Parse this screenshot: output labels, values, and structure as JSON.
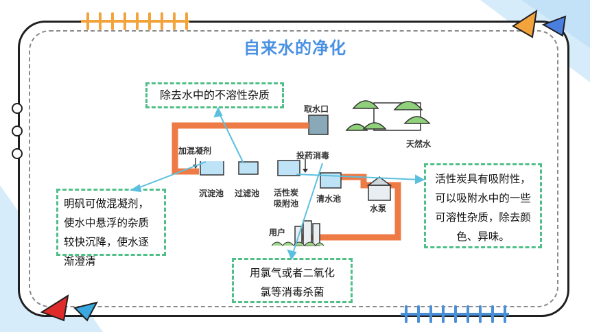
{
  "title": "自来水的净化",
  "callouts": {
    "remove_insoluble": "除去水中的不溶性杂质",
    "alum": "明矾可做混凝剂，使水中悬浮的杂质较快沉降，使水逐渐澄清",
    "activated_carbon": "活性炭具有吸附性，可以吸附水中的一些可溶性杂质，除去颜色、异味。",
    "chlorine": "用氯气或者二氧化氯等消毒杀菌"
  },
  "diagram_labels": {
    "intake": "取水口",
    "natural_water": "天然水",
    "add_coagulant": "加混凝剂",
    "add_disinfectant": "投药消毒",
    "sedimentation_tank": "沉淀池",
    "filter_tank": "过滤池",
    "carbon_line1": "活性炭",
    "carbon_line2": "吸附池",
    "clean_water_tank": "清水池",
    "pump": "水泵",
    "user": "用户"
  },
  "colors": {
    "title": "#4a90e2",
    "pipe": "#ee7a45",
    "callout_border": "#4fbf87",
    "arrow": "#5bc0de",
    "frame": "#1f1f1f"
  }
}
